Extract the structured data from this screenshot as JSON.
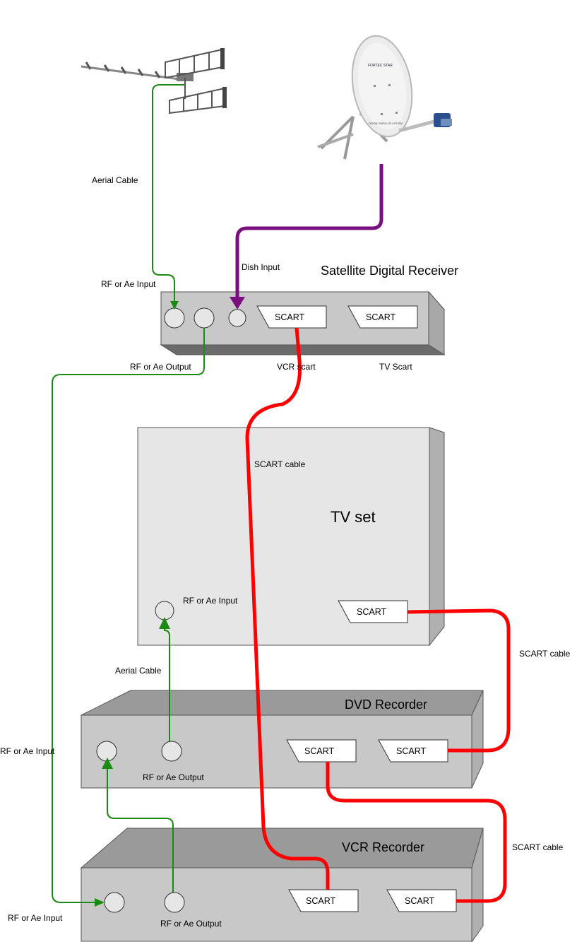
{
  "colors": {
    "aerial_cable": "#1a8a12",
    "dish_cable": "#7a0f7f",
    "scart_cable": "#ff0000",
    "box_front": "#c8c8c8",
    "box_top": "#9a9a9a",
    "box_side": "#b0b0b0",
    "tv_front": "#e6e6e6"
  },
  "icons": {
    "aerial": "yagi-antenna-icon",
    "dish": "satellite-dish-icon"
  },
  "dish": {
    "brand_label": "FORTEC STAR",
    "model_label": "DIGITAL SATELLITE SYSTEM"
  },
  "labels": {
    "aerial_cable_top": "Aerial Cable",
    "dish_input": "Dish  Input",
    "sat_rf_input": "RF or Ae Input",
    "sat_rf_output": "RF or Ae Output",
    "sat_vcr_scart": "VCR  scart",
    "sat_tv_scart": "TV Scart",
    "scart_cable_1": "SCART cable",
    "tv_rf_input": "RF or Ae Input",
    "aerial_cable_mid": "Aerial Cable",
    "scart_cable_2": "SCART cable",
    "dvd_rf_input": "RF or Ae Input",
    "dvd_rf_output": "RF or Ae Output",
    "scart_cable_3": "SCART cable",
    "vcr_rf_input": "RF or Ae Input",
    "vcr_rf_output": "RF or Ae Output"
  },
  "devices": {
    "satellite_receiver": {
      "title": "Satellite Digital Receiver",
      "scart1": "SCART",
      "scart2": "SCART"
    },
    "tv": {
      "title": "TV set",
      "scart": "SCART"
    },
    "dvd": {
      "title": "DVD Recorder",
      "scart1": "SCART",
      "scart2": "SCART"
    },
    "vcr": {
      "title": "VCR  Recorder",
      "scart1": "SCART",
      "scart2": "SCART"
    }
  }
}
